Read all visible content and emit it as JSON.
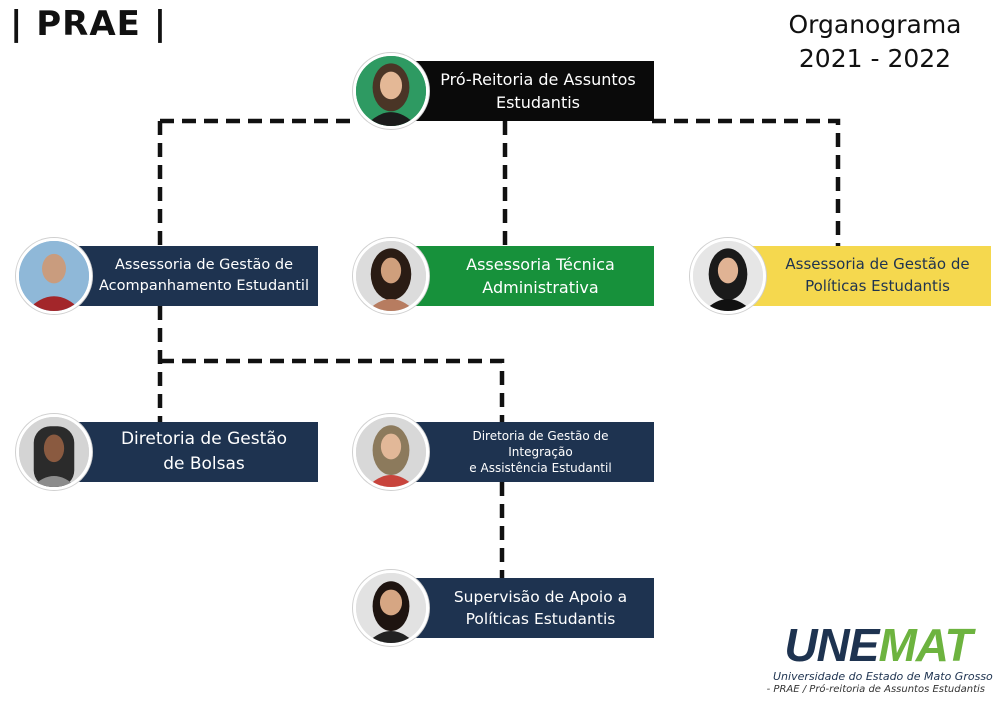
{
  "header": {
    "brand": "| PRAE |",
    "title_line1": "Organograma",
    "title_line2": "2021 - 2022"
  },
  "colors": {
    "navy": "#1e3350",
    "black": "#0a0a0a",
    "green": "#17913b",
    "yellow": "#f5d84e",
    "logo_green": "#6db33f"
  },
  "nodes": {
    "pro_reitoria": {
      "line1": "Pró-Reitoria de Assuntos",
      "line2": "Estudantis"
    },
    "assessoria_acompanhamento": {
      "line1": "Assessoria de Gestão de",
      "line2": "Acompanhamento Estudantil"
    },
    "assessoria_tecnica": {
      "line1": "Assessoria Técnica",
      "line2": "Administrativa"
    },
    "assessoria_politicas": {
      "line1": "Assessoria de Gestão de",
      "line2": "Políticas Estudantis"
    },
    "diretoria_bolsas": {
      "line1": "Diretoria de Gestão",
      "line2": "de Bolsas"
    },
    "diretoria_integracao": {
      "line1": "Diretoria de Gestão de",
      "line2": "Integração",
      "line3": "e Assistência Estudantil"
    },
    "supervisao_apoio": {
      "line1": "Supervisão de Apoio a",
      "line2": "Políticas Estudantis"
    }
  },
  "logo": {
    "part1": "UNE",
    "part2": "MAT",
    "subtitle": "Universidade do Estado de Mato Grosso"
  },
  "footer": "- PRAE / Pró-reitoria de Assuntos Estudantis"
}
